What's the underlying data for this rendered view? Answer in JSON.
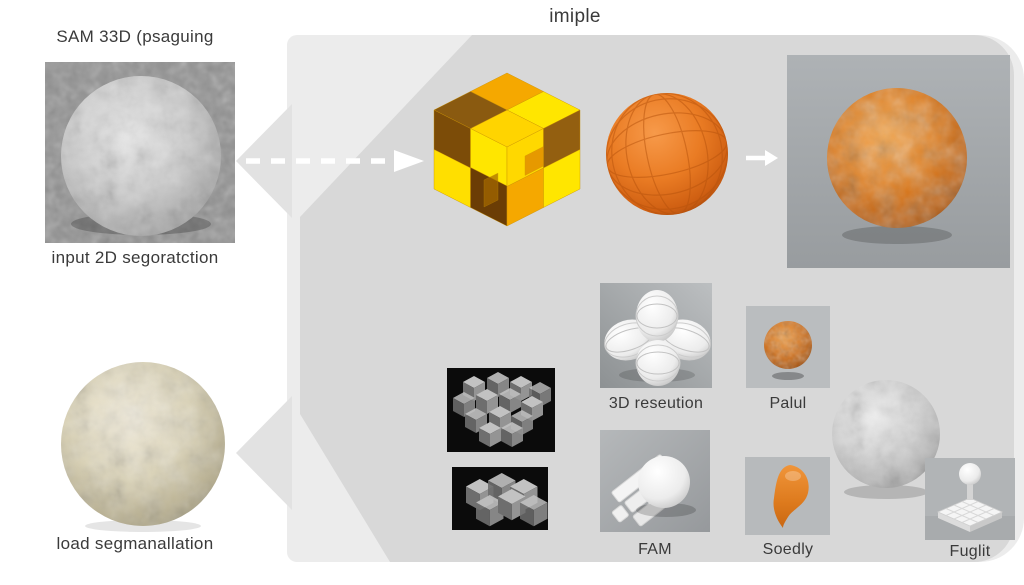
{
  "title": "imiple",
  "left_column": {
    "caption": "SAM 33D (psaguing",
    "input_label": "input 2D segoratction",
    "load_label": "load segmanallation"
  },
  "panel": {
    "labels": {
      "resolution": "3D reseution",
      "palul": "Palul",
      "fam": "FAM",
      "soedly": "Soedly",
      "fuglit": "Fuglit"
    }
  },
  "icons": {
    "dashed_arrow": "dashed-right-arrow-icon",
    "solid_arrow": "right-arrow-icon"
  },
  "colors": {
    "background": "#ffffff",
    "panel_base": "#ececec",
    "panel_dark": "#d8d8d8",
    "chevron": "#e2e2e2",
    "tile_gray": "#a3a7aa",
    "tile_light_gray": "#b8bbbd",
    "tile_black": "#0b0b0b",
    "orange": "#e0751f",
    "voxel_yellow": "#ffe600",
    "voxel_orange": "#f5a800",
    "voxel_brown": "#7c4c08",
    "text": "#3a3a3a",
    "arrow_white": "#ffffff"
  }
}
